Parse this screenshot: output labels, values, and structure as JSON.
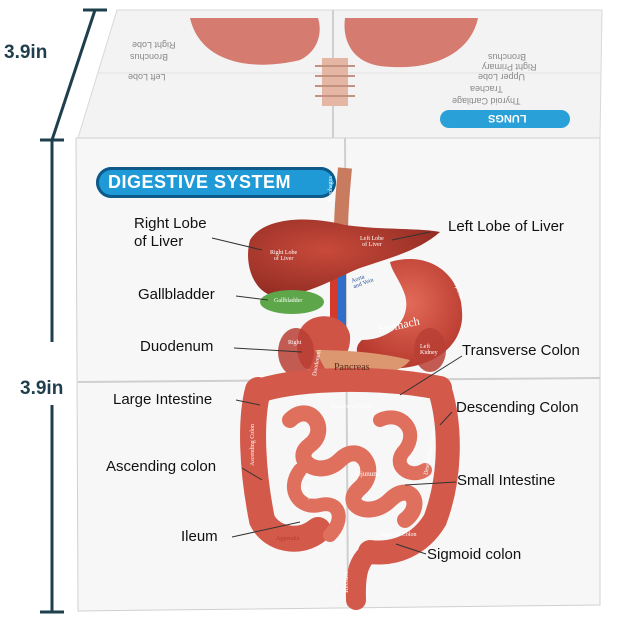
{
  "dimensions": {
    "side_label": "3.9in",
    "height_label": "3.9in"
  },
  "front_face": {
    "title": "DIGESTIVE SYSTEM",
    "labels": {
      "right_lobe": "Right Lobe\nof Liver",
      "left_lobe": "Left Lobe of Liver",
      "gallbladder": "Gallbladder",
      "duodenum": "Duodenum",
      "transverse_colon": "Transverse Colon",
      "large_intestine": "Large Intestine",
      "descending_colon": "Descending Colon",
      "ascending_colon": "Ascending colon",
      "small_intestine": "Small Intestine",
      "ileum": "Ileum",
      "sigmoid_colon": "Sigmoid colon"
    },
    "organ_labels": {
      "stomach": "Stomach",
      "pancreas": "Pancreas",
      "right_lobe_small": "Right Lobe\nof Liver",
      "left_lobe_small": "Left Lobe\nof Liver",
      "esophagus": "Esophagus",
      "gallbladder_small": "Gallbladder",
      "jejunum": "Jejunum",
      "rectum": "Rectum",
      "appendix": "Appendix",
      "transverse_small": "Transverse Colon",
      "spleen": "Spleen",
      "left_kidney": "Left\nKidney",
      "right_kidney": "Right",
      "duodenum_small": "Duodenum",
      "aorta": "Aorta\nand Vein",
      "ascending_small": "Ascending Colon",
      "descending_small": "Descending Colon",
      "ileum_small": "Ileum",
      "sigmoid_small": "Sigmoid Colon"
    }
  },
  "top_face": {
    "badge": "LUNGS",
    "labels": [
      "Thyroid Cartilage",
      "Trachea",
      "Upper Lobe",
      "Right Primary",
      "Bronchus",
      "Left Lobe",
      "Bronchus",
      "Right Lobe"
    ]
  },
  "colors": {
    "accent": "#1f9ad6",
    "organ": "#c9463b",
    "dim_line": "#1e3f4b"
  }
}
